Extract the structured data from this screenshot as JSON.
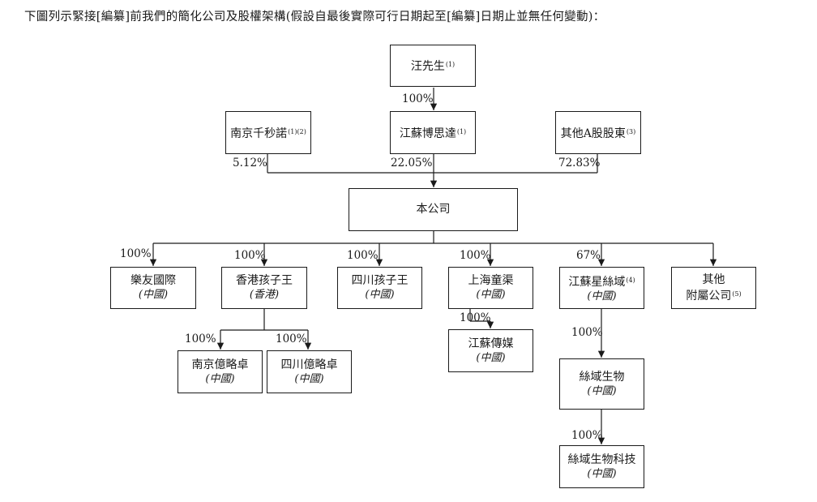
{
  "caption": "下圖列示緊接[編纂]前我們的簡化公司及股權架構(假設自最後實際可行日期起至[編纂]日期止並無任何變動)：",
  "nodes": {
    "mr_wang": {
      "name": "汪先生",
      "note": "(1)"
    },
    "nj_qianmiao": {
      "name": "南京千秒諾",
      "note": "(1)(2)"
    },
    "js_bosida": {
      "name": "江蘇博思達",
      "note": "(1)"
    },
    "other_a": {
      "name": "其他A股股東",
      "note": "(3)"
    },
    "company": {
      "name": "本公司"
    },
    "leyou": {
      "name": "樂友國際",
      "jurisdiction": "(中國)"
    },
    "hk_haiziwang": {
      "name": "香港孩子王",
      "jurisdiction": "(香港)"
    },
    "sc_haiziwang": {
      "name": "四川孩子王",
      "jurisdiction": "(中國)"
    },
    "sh_tongqu": {
      "name": "上海童渠",
      "jurisdiction": "(中國)"
    },
    "js_xingsiyu": {
      "name": "江蘇星絲域",
      "note": "(4)",
      "jurisdiction": "(中國)"
    },
    "other_subs": {
      "line1": "其他",
      "line2": "附屬公司",
      "note": "(5)"
    },
    "nj_yilvezhuo": {
      "name": "南京億略卓",
      "jurisdiction": "(中國)"
    },
    "sc_yilvezhuo": {
      "name": "四川億略卓",
      "jurisdiction": "(中國)"
    },
    "js_chuanmei": {
      "name": "江蘇傳媒",
      "jurisdiction": "(中國)"
    },
    "siyu_bio": {
      "name": "絲域生物",
      "jurisdiction": "(中國)"
    },
    "siyu_biotech": {
      "name": "絲域生物科技",
      "jurisdiction": "(中國)"
    }
  },
  "percentages": {
    "wang_to_bosida": "100%",
    "qianmiao_to_company": "5.12%",
    "bosida_to_company": "22.05%",
    "other_a_to_company": "72.83%",
    "company_to_leyou": "100%",
    "company_to_hk": "100%",
    "company_to_sc": "100%",
    "company_to_sh": "100%",
    "company_to_xingsiyu": "67%",
    "hk_to_nj_yilvezhuo": "100%",
    "hk_to_sc_yilvezhuo": "100%",
    "sh_to_chuanmei": "100%",
    "xingsiyu_to_siyu_bio": "100%",
    "siyu_bio_to_biotech": "100%"
  }
}
